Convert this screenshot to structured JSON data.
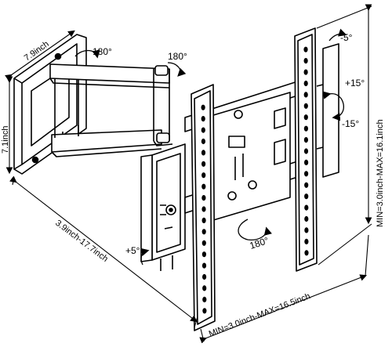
{
  "dimensions": {
    "wall_plate_width": "7.9inch",
    "wall_plate_height": "7.1inch",
    "extension": "3.9inch-17.7inch",
    "vesa_horizontal": "MIN=3.0inch-MAX=16.5inch",
    "vesa_vertical": "MIN=3.0inch-MAX=16.1inch"
  },
  "rotations": {
    "arm_swivel": "180°",
    "arm_joint": "180°",
    "plate_rotation": "180°",
    "tilt_up": "+15°",
    "tilt_down": "-15°",
    "swivel_top": "-5°",
    "swivel_bottom": "+5°"
  }
}
